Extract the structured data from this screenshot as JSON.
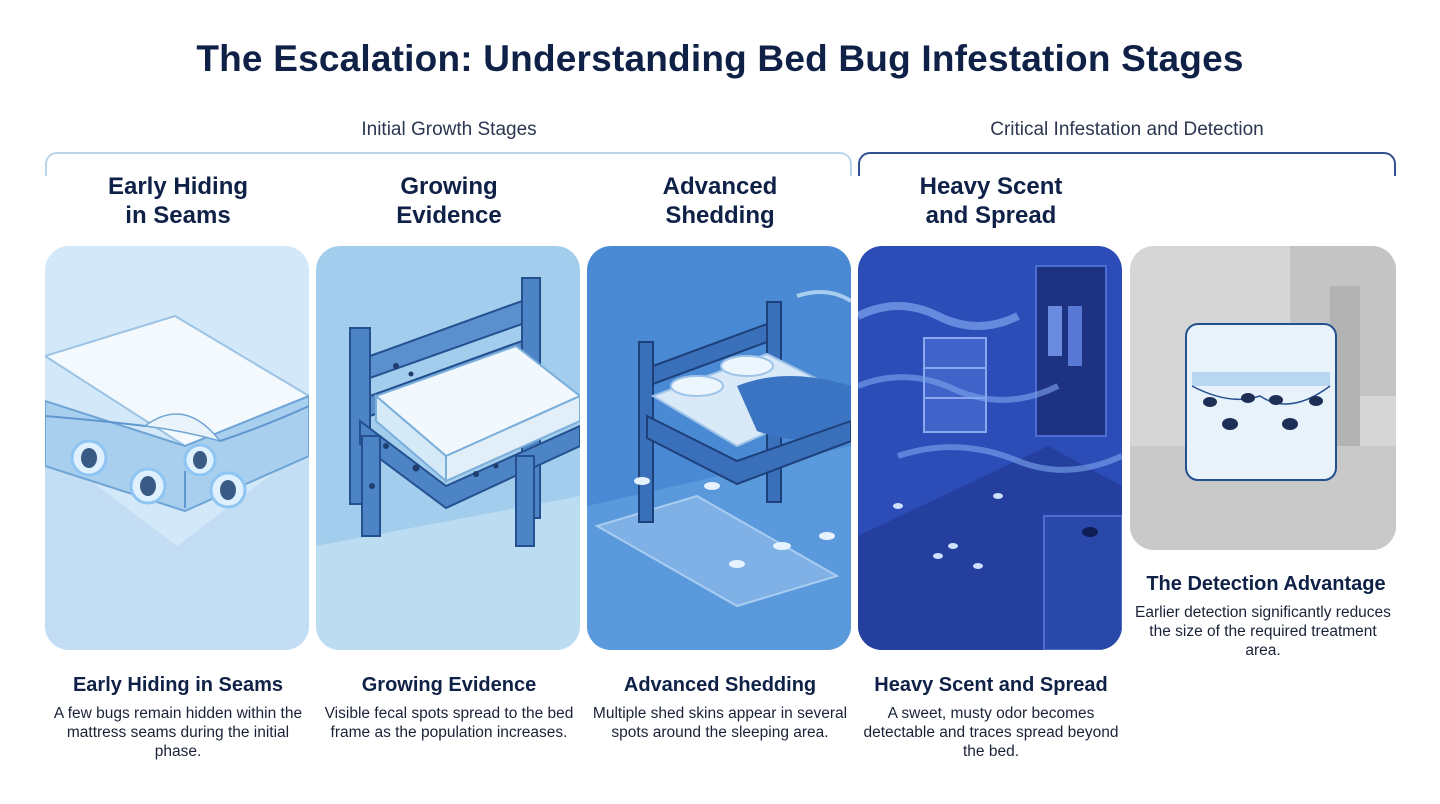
{
  "title": "The Escalation: Understanding Bed Bug Infestation Stages",
  "groups": [
    {
      "label": "Initial Growth Stages",
      "color": "#b9d6ea"
    },
    {
      "label": "Critical Infestation and Detection",
      "color": "#33528f"
    }
  ],
  "stages": [
    {
      "heading_line1": "Early Hiding",
      "heading_line2": "in Seams",
      "title": "Early Hiding in Seams",
      "description": "A few bugs remain hidden within the mattress seams during the initial phase.",
      "color": "#d3e8f8"
    },
    {
      "heading_line1": "Growing",
      "heading_line2": "Evidence",
      "title": "Growing Evidence",
      "description": "Visible fecal spots spread to the bed frame as the population increases.",
      "color": "#a3cdec"
    },
    {
      "heading_line1": "Advanced",
      "heading_line2": "Shedding",
      "title": "Advanced Shedding",
      "description": "Multiple shed skins appear in several spots around the sleeping area.",
      "color": "#4a8ad4"
    },
    {
      "heading_line1": "Heavy Scent",
      "heading_line2": "and Spread",
      "title": "Heavy Scent and Spread",
      "description": "A sweet, musty odor becomes detectable and traces spread beyond the bed.",
      "color": "#2c4cb8"
    }
  ],
  "detection": {
    "title": "The Detection Advantage",
    "description": "Earlier detection significantly reduces the size of the required treatment area."
  }
}
